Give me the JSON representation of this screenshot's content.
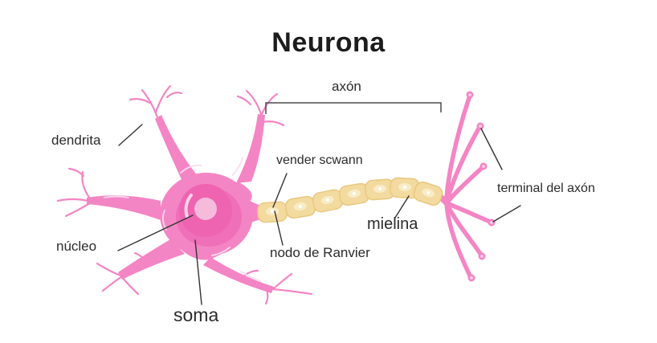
{
  "title": "Neurona",
  "labels": {
    "axon": "axón",
    "dendrite": "dendrita",
    "schwann": "vender scwann",
    "myelin": "mielina",
    "node_ranvier": "nodo de Ranvier",
    "nucleus": "núcleo",
    "soma": "soma",
    "axon_terminal": "terminal del axón"
  },
  "colors": {
    "neuron_pink": "#f485c4",
    "neuron_shadow_pink": "#ef6fb9",
    "nucleus_pink": "#ee64b0",
    "nucleus_center_pink": "#f6badd",
    "highlight_pink": "#fbd3ea",
    "myelin_tan": "#f3da9f",
    "myelin_border": "#e8c87f",
    "myelin_oval": "#f8ecc6",
    "line_dark": "#333333",
    "text_dark": "#2b2b2b",
    "background": "#ffffff"
  }
}
